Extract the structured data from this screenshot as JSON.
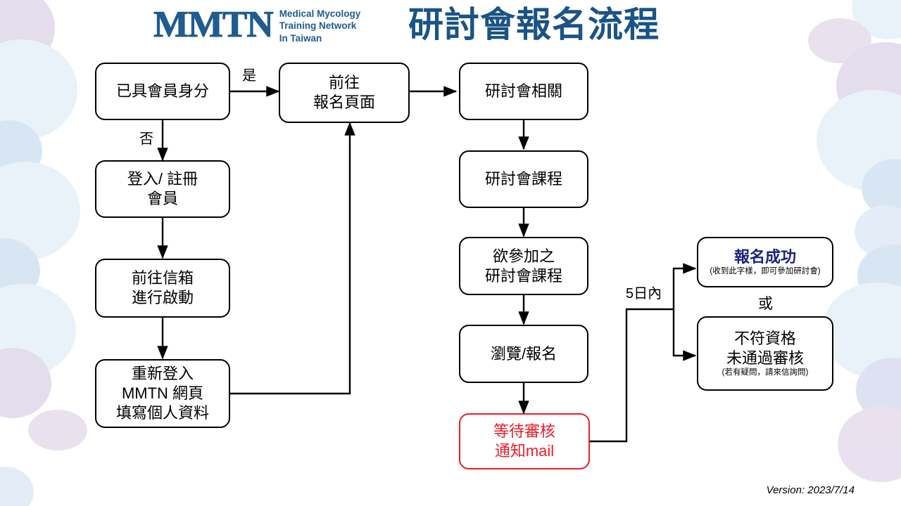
{
  "logo": {
    "mark": "MMTN",
    "tagline_line1": "Medical Mycology",
    "tagline_line2": "Training Network",
    "tagline_line3": "In Taiwan",
    "color": "#1f5c8f"
  },
  "title": "研討會報名流程",
  "title_color": "#1a5386",
  "nodes": {
    "member_status": {
      "line1": "已具會員身分"
    },
    "login_register": {
      "line1": "登入/ 註冊",
      "line2": "會員"
    },
    "mailbox_activate": {
      "line1": "前往信箱",
      "line2": "進行啟動"
    },
    "relogin_profile": {
      "line1": "重新登入",
      "line2": "MMTN 網頁",
      "line3": "填寫個人資料"
    },
    "go_signup_page": {
      "line1": "前往",
      "line2": "報名頁面"
    },
    "seminar_related": {
      "line1": "研討會相關"
    },
    "seminar_course": {
      "line1": "研討會課程"
    },
    "desired_course": {
      "line1": "欲參加之",
      "line2": "研討會課程"
    },
    "browse_signup": {
      "line1": "瀏覽/報名"
    },
    "await_review": {
      "line1": "等待審核",
      "line2": "通知mail",
      "color": "#ee1c25"
    },
    "signup_success": {
      "headline": "報名成功",
      "subnote": "(收到此字樣，即可參加研討會)",
      "headline_color": "#1a237e"
    },
    "not_qualified": {
      "line1": "不符資格",
      "line2": "未通過審核",
      "subnote": "(若有疑問，請來信詢問)"
    }
  },
  "edge_labels": {
    "yes": "是",
    "no": "否",
    "within_five_days": "5日內",
    "or": "或"
  },
  "footer": {
    "version": "Version: 2023/7/14"
  }
}
